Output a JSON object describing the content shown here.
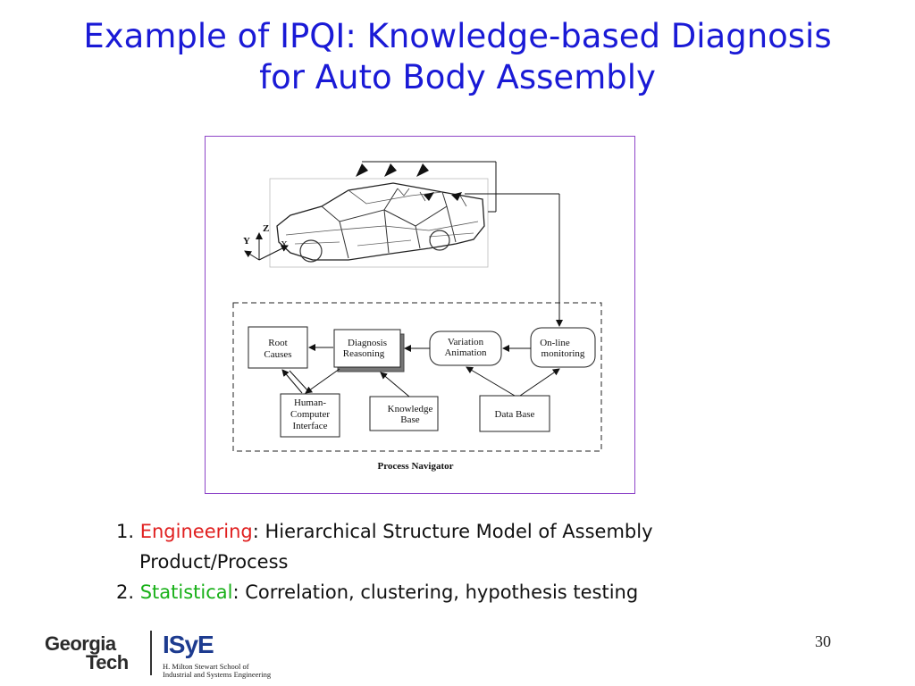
{
  "slide": {
    "title_line1": "Example of IPQI: Knowledge-based Diagnosis",
    "title_line2": "for Auto Body Assembly",
    "page_number": "30"
  },
  "figure": {
    "axis_labels": {
      "y": "Y",
      "z": "Z",
      "x": "X"
    },
    "boxes": {
      "root_causes": [
        "Root",
        "Causes"
      ],
      "diagnosis_reasoning": [
        "Diagnosis",
        "Reasoning"
      ],
      "variation_animation": [
        "Variation",
        "Animation"
      ],
      "online_monitoring": [
        "On-line",
        "monitoring"
      ],
      "hci": [
        "Human-",
        "Computer",
        "Interface"
      ],
      "knowledge_base": [
        "Knowledge",
        "Base"
      ],
      "data_base": [
        "Data Base"
      ]
    },
    "caption": "Process Navigator"
  },
  "bullets": {
    "item1_number": "1. ",
    "item1_keyword": "Engineering",
    "item1_rest": ": Hierarchical Structure Model of Assembly",
    "item1_cont": "Product/Process",
    "item2_number": "2. ",
    "item2_keyword": "Statistical",
    "item2_rest": ": Correlation, clustering, hypothesis testing"
  },
  "logo": {
    "gt_line1": "Georgia",
    "gt_line2": "Tech",
    "isye": "ISyE",
    "sub_line1": "H. Milton Stewart School of",
    "sub_line2": "Industrial and Systems Engineering"
  },
  "colors": {
    "title": "#1a1ad6",
    "frame": "#8e45c8",
    "engineering": "#e02020",
    "statistical": "#18b018",
    "isye": "#1d3b8f"
  }
}
